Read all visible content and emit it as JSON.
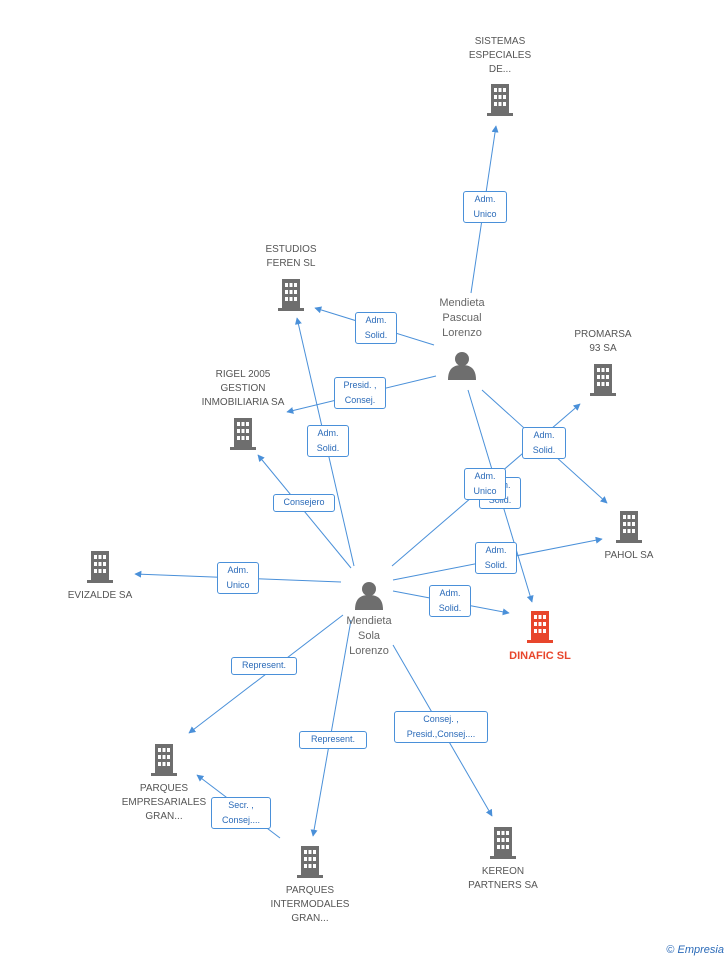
{
  "colors": {
    "edge": "#4a90d9",
    "edge_label_text": "#2a6ab8",
    "company_icon": "#6e6e6e",
    "focus_company_icon": "#e8462c",
    "person_icon": "#6e6e6e"
  },
  "nodes": {
    "sistemas": {
      "label": "SISTEMAS\nESPECIALES\nDE...",
      "kind": "company",
      "icon": "building-icon"
    },
    "estudios": {
      "label": "ESTUDIOS\nFEREN SL",
      "kind": "company",
      "icon": "building-icon"
    },
    "promarsa": {
      "label": "PROMARSA\n93 SA",
      "kind": "company",
      "icon": "building-icon"
    },
    "rigel": {
      "label": "RIGEL 2005\nGESTION\nINMOBILIARIA SA",
      "kind": "company",
      "icon": "building-icon"
    },
    "pahol": {
      "label": "PAHOL SA",
      "kind": "company",
      "icon": "building-icon"
    },
    "evizalde": {
      "label": "EVIZALDE SA",
      "kind": "company",
      "icon": "building-icon"
    },
    "dinafic": {
      "label": "DINAFIC SL",
      "kind": "focus",
      "icon": "building-icon"
    },
    "parques_emp": {
      "label": "PARQUES\nEMPRESARIALES\nGRAN...",
      "kind": "company",
      "icon": "building-icon"
    },
    "parques_int": {
      "label": "PARQUES\nINTERMODALES\nGRAN...",
      "kind": "company",
      "icon": "building-icon"
    },
    "kereon": {
      "label": "KEREON\nPARTNERS SA",
      "kind": "company",
      "icon": "building-icon"
    },
    "mendieta_pascual": {
      "label": "Mendieta\nPascual\nLorenzo",
      "kind": "person",
      "icon": "person-icon"
    },
    "mendieta_sola": {
      "label": "Mendieta\nSola\nLorenzo",
      "kind": "person",
      "icon": "person-icon"
    }
  },
  "edges": [
    {
      "from": "mendieta_pascual",
      "to": "sistemas",
      "label": "Adm.\nUnico"
    },
    {
      "from": "mendieta_pascual",
      "to": "estudios",
      "label": "Adm.\nSolid."
    },
    {
      "from": "mendieta_pascual",
      "to": "rigel",
      "label": "Presid. ,\nConsej."
    },
    {
      "from": "mendieta_pascual",
      "to": "pahol",
      "label": "Adm.\nSolid."
    },
    {
      "from": "mendieta_pascual",
      "to": "dinafic",
      "label": "Adm.\nSolid."
    },
    {
      "from": "mendieta_sola",
      "to": "promarsa",
      "label": "Adm.\nUnico"
    },
    {
      "from": "mendieta_sola",
      "to": "estudios",
      "label": "Adm.\nSolid."
    },
    {
      "from": "mendieta_sola",
      "to": "rigel",
      "label": "Consejero"
    },
    {
      "from": "mendieta_sola",
      "to": "evizalde",
      "label": "Adm.\nUnico"
    },
    {
      "from": "mendieta_sola",
      "to": "pahol",
      "label": "Adm.\nSolid."
    },
    {
      "from": "mendieta_sola",
      "to": "dinafic",
      "label": "Adm.\nSolid."
    },
    {
      "from": "mendieta_sola",
      "to": "parques_emp",
      "label": "Represent."
    },
    {
      "from": "mendieta_sola",
      "to": "parques_int",
      "label": "Represent."
    },
    {
      "from": "mendieta_sola",
      "to": "kereon",
      "label": "Consej. ,\nPresid.,Consej...."
    },
    {
      "from": "parques_int",
      "to": "parques_emp",
      "label": "Secr. ,\nConsej...."
    }
  ],
  "watermark": {
    "symbol": "©",
    "text": "Empresia"
  }
}
